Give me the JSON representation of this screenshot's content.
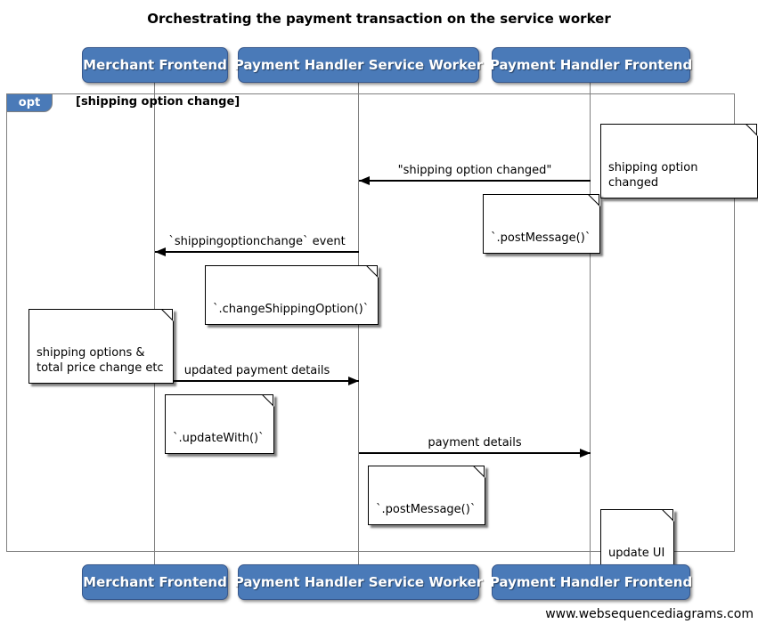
{
  "title": "Orchestrating the payment transaction on the service worker",
  "actors": [
    {
      "label": "Merchant Frontend"
    },
    {
      "label": "Payment Handler Service Worker"
    },
    {
      "label": "Payment Handler Frontend"
    }
  ],
  "frame": {
    "operator": "opt",
    "guard": "[shipping option change]"
  },
  "messages": [
    {
      "label": "\"shipping option changed\"",
      "from": "Payment Handler Frontend",
      "to": "Payment Handler Service Worker",
      "direction": "left"
    },
    {
      "label": "`shippingoptionchange` event",
      "from": "Payment Handler Service Worker",
      "to": "Merchant Frontend",
      "direction": "left"
    },
    {
      "label": "updated payment details",
      "from": "Merchant Frontend",
      "to": "Payment Handler Service Worker",
      "direction": "right"
    },
    {
      "label": "payment details",
      "from": "Payment Handler Service Worker",
      "to": "Payment Handler Frontend",
      "direction": "right"
    }
  ],
  "notes": [
    {
      "text": "shipping option changed",
      "anchor": "Payment Handler Frontend"
    },
    {
      "text": "`.postMessage()`",
      "anchor": "Payment Handler Frontend"
    },
    {
      "text": "`.changeShippingOption()`",
      "anchor": "Payment Handler Service Worker"
    },
    {
      "text": "shipping options &\ntotal price change etc",
      "anchor": "Merchant Frontend"
    },
    {
      "text": "`.updateWith()`",
      "anchor": "Merchant Frontend"
    },
    {
      "text": "`.postMessage()`",
      "anchor": "Payment Handler Service Worker"
    },
    {
      "text": "update UI",
      "anchor": "Payment Handler Frontend"
    }
  ],
  "footer": "www.websequencediagrams.com",
  "colors": {
    "actor_fill": "#4a7ab8",
    "actor_border": "#38588c",
    "actor_text": "#ffffff",
    "frame_border": "#7f7f7f",
    "lifeline": "#7f7f7f",
    "note_fill": "#ffffff",
    "note_border": "#000000",
    "arrow": "#000000",
    "background": "#ffffff"
  }
}
